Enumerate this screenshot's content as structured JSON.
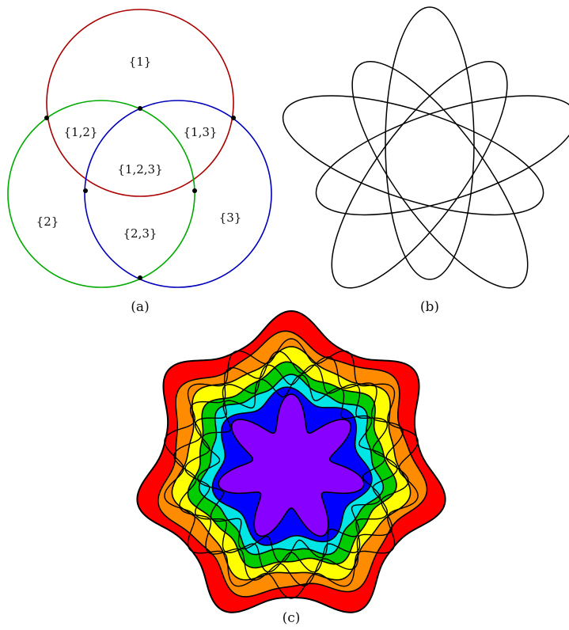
{
  "figure": {
    "panel_a": {
      "caption": "(a)",
      "colors": {
        "set1": "#aa0000",
        "set2": "#00aa00",
        "set3": "#0000bb",
        "dots": "#000000"
      },
      "regions": {
        "only_1": "{1}",
        "only_2": "{2}",
        "only_3": "{3}",
        "set_12": "{1,2}",
        "set_13": "{1,3}",
        "set_23": "{2,3}",
        "set_123": "{1,2,3}"
      }
    },
    "panel_b": {
      "caption": "(b)",
      "ellipse_count": 5,
      "stroke_color": "#000000"
    },
    "panel_c": {
      "caption": "(c)",
      "symmetry_order": 7,
      "band_colors": [
        "#ff0000",
        "#ff8c00",
        "#ffff00",
        "#00cc00",
        "#00e5e5",
        "#0000ff",
        "#8800ff"
      ]
    }
  }
}
